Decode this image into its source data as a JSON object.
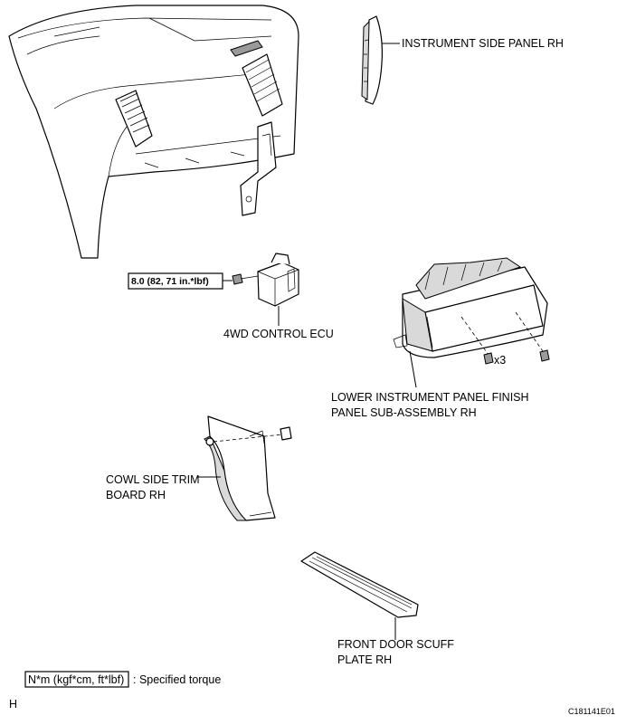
{
  "labels": {
    "side_panel": "INSTRUMENT SIDE PANEL RH",
    "ecu": "4WD CONTROL ECU",
    "lower_panel_line1": "LOWER INSTRUMENT PANEL FINISH",
    "lower_panel_line2": "PANEL SUB-ASSEMBLY RH",
    "cowl_line1": "COWL SIDE TRIM",
    "cowl_line2": "BOARD RH",
    "scuff_line1": "FRONT DOOR SCUFF",
    "scuff_line2": "PLATE RH",
    "qty": "x3"
  },
  "torque": {
    "value": "8.0 (82, 71 in.*lbf)"
  },
  "legend": {
    "unit_box": "N*m (kgf*cm, ft*lbf)",
    "description": ": Specified torque"
  },
  "footer": {
    "left_code": "H",
    "figure_id": "C181141E01"
  }
}
